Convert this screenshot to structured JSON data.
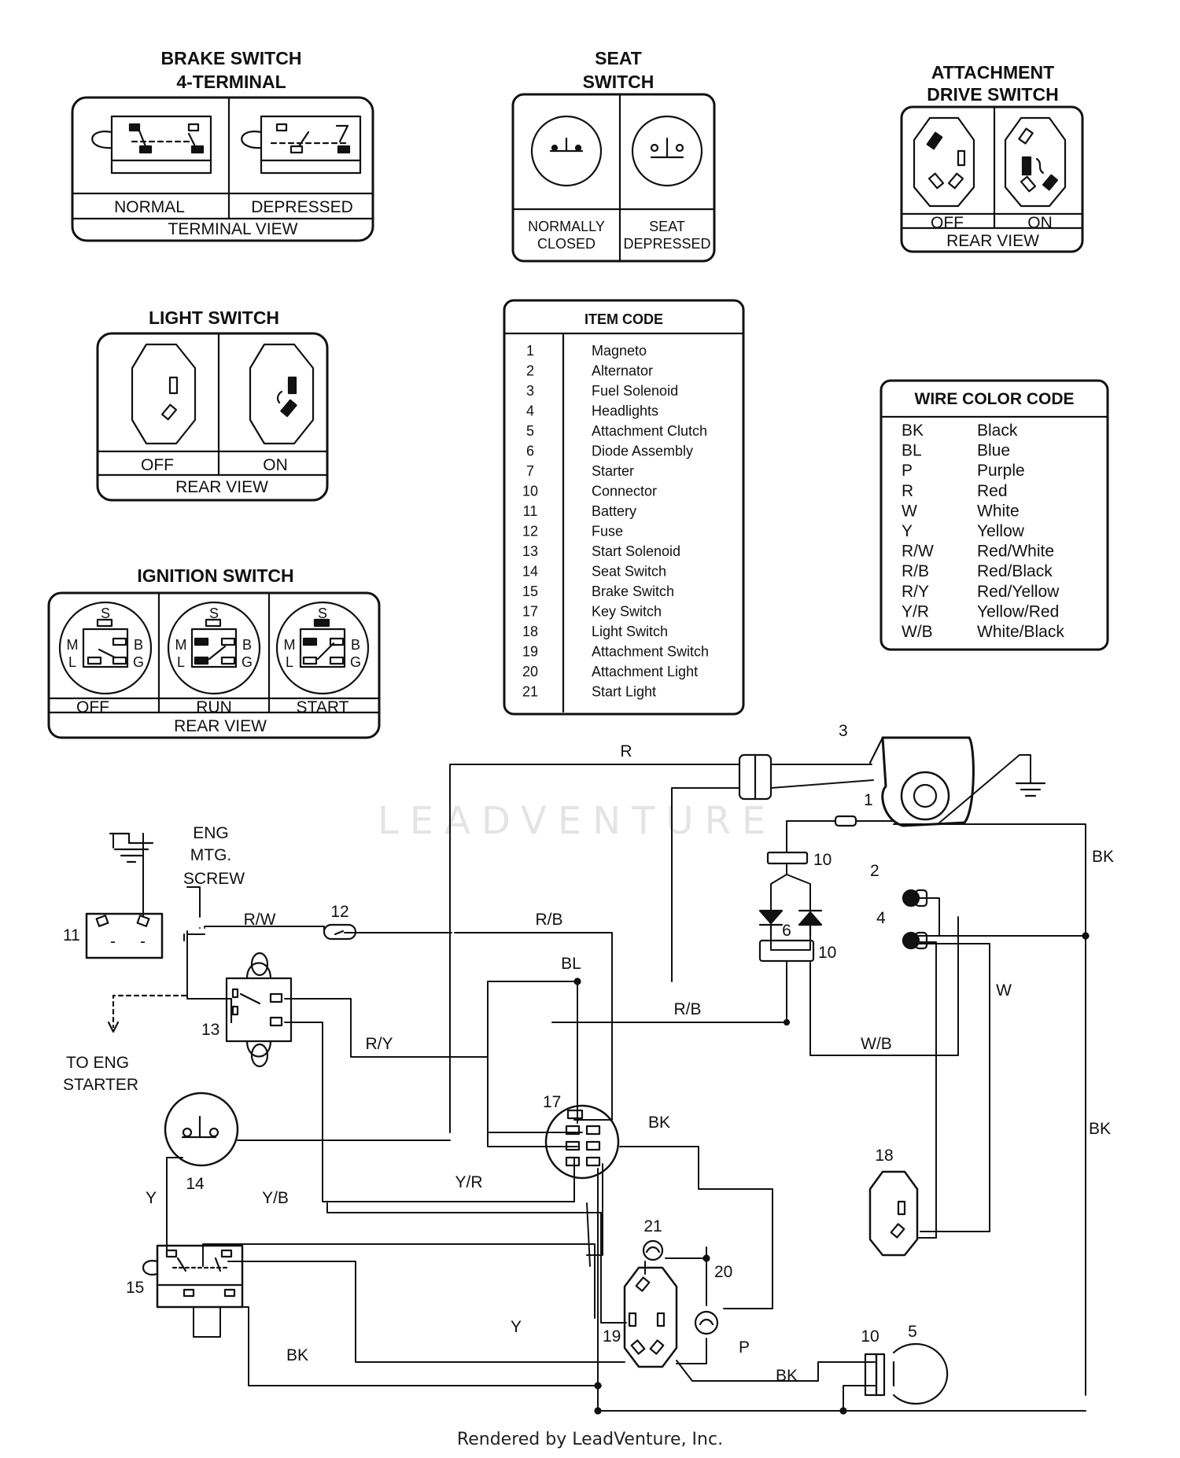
{
  "panels": {
    "brake": {
      "title_1": "BRAKE SWITCH",
      "title_2": "4-TERMINAL",
      "left": "NORMAL",
      "right": "DEPRESSED",
      "view": "TERMINAL VIEW"
    },
    "seat": {
      "title_1": "SEAT",
      "title_2": "SWITCH",
      "left_1": "NORMALLY",
      "left_2": "CLOSED",
      "right_1": "SEAT",
      "right_2": "DEPRESSED"
    },
    "attachment": {
      "title_1": "ATTACHMENT",
      "title_2": "DRIVE SWITCH",
      "left": "OFF",
      "right": "ON",
      "view": "REAR VIEW"
    },
    "light": {
      "title": "LIGHT SWITCH",
      "left": "OFF",
      "right": "ON",
      "view": "REAR VIEW"
    },
    "ignition": {
      "title": "IGNITION SWITCH",
      "positions": [
        "OFF",
        "RUN",
        "START"
      ],
      "view": "REAR VIEW",
      "terminals": [
        "S",
        "M",
        "B",
        "L",
        "G"
      ]
    }
  },
  "item_code": {
    "title": "ITEM CODE",
    "rows": [
      {
        "num": "1",
        "name": "Magneto"
      },
      {
        "num": "2",
        "name": "Alternator"
      },
      {
        "num": "3",
        "name": "Fuel Solenoid"
      },
      {
        "num": "4",
        "name": "Headlights"
      },
      {
        "num": "5",
        "name": "Attachment Clutch"
      },
      {
        "num": "6",
        "name": "Diode Assembly"
      },
      {
        "num": "7",
        "name": "Starter"
      },
      {
        "num": "10",
        "name": "Connector"
      },
      {
        "num": "11",
        "name": "Battery"
      },
      {
        "num": "12",
        "name": "Fuse"
      },
      {
        "num": "13",
        "name": "Start Solenoid"
      },
      {
        "num": "14",
        "name": "Seat Switch"
      },
      {
        "num": "15",
        "name": "Brake Switch"
      },
      {
        "num": "17",
        "name": "Key Switch"
      },
      {
        "num": "18",
        "name": "Light Switch"
      },
      {
        "num": "19",
        "name": "Attachment Switch"
      },
      {
        "num": "20",
        "name": "Attachment Light"
      },
      {
        "num": "21",
        "name": "Start Light"
      }
    ]
  },
  "wire_color": {
    "title": "WIRE COLOR CODE",
    "rows": [
      {
        "code": "BK",
        "name": "Black"
      },
      {
        "code": "BL",
        "name": "Blue"
      },
      {
        "code": "P",
        "name": "Purple"
      },
      {
        "code": "R",
        "name": "Red"
      },
      {
        "code": "W",
        "name": "White"
      },
      {
        "code": "Y",
        "name": "Yellow"
      },
      {
        "code": "R/W",
        "name": "Red/White"
      },
      {
        "code": "R/B",
        "name": "Red/Black"
      },
      {
        "code": "R/Y",
        "name": "Red/Yellow"
      },
      {
        "code": "Y/R",
        "name": "Yellow/Red"
      },
      {
        "code": "W/B",
        "name": "White/Black"
      }
    ]
  },
  "schematic": {
    "ground_note": [
      "ENG",
      "MTG.",
      "SCREW"
    ],
    "starter_note": [
      "TO ENG",
      "STARTER"
    ],
    "components": {
      "c1": "1",
      "c2": "2",
      "c3": "3",
      "c4": "4",
      "c5": "5",
      "c6": "6",
      "c10a": "10",
      "c10b": "10",
      "c10c": "10",
      "c11": "11",
      "c12": "12",
      "c13": "13",
      "c14": "14",
      "c15": "15",
      "c17": "17",
      "c18": "18",
      "c19": "19",
      "c20": "20",
      "c21": "21"
    },
    "wires": {
      "r": "R",
      "rw": "R/W",
      "rb_top": "R/B",
      "bl": "BL",
      "rb_mid": "R/B",
      "ry": "R/Y",
      "wb": "W/B",
      "bk_right_top": "BK",
      "w": "W",
      "bk_right_bottom": "BK",
      "bk_key": "BK",
      "yr": "Y/R",
      "yb": "Y/B",
      "y_left": "Y",
      "y_bottom": "Y",
      "p": "P",
      "bk_left_bottom": "BK",
      "bk_bottom": "BK"
    }
  },
  "watermark": "LEADVENTURE",
  "footer": "Rendered by LeadVenture, Inc."
}
